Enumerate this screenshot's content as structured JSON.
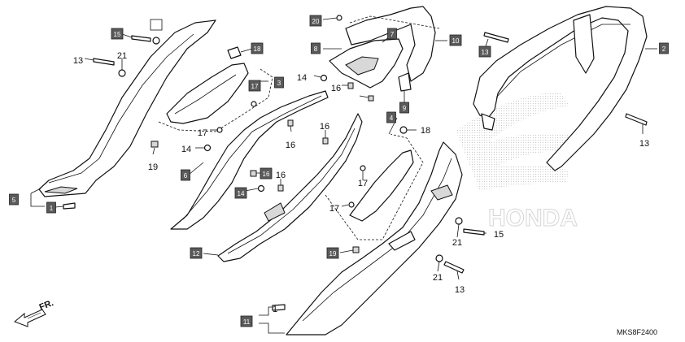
{
  "diagram_code": "MKS8F2400",
  "direction_label": "FR.",
  "callouts": [
    {
      "id": "c15a",
      "text": "15",
      "boxed": true
    },
    {
      "id": "c13a",
      "text": "13",
      "boxed": false
    },
    {
      "id": "c21a",
      "text": "21",
      "boxed": false
    },
    {
      "id": "c5",
      "text": "5",
      "boxed": true
    },
    {
      "id": "c1a",
      "text": "1",
      "boxed": true
    },
    {
      "id": "c18a",
      "text": "18",
      "boxed": true
    },
    {
      "id": "c17a",
      "text": "17",
      "boxed": true
    },
    {
      "id": "c3",
      "text": "3",
      "boxed": true
    },
    {
      "id": "c17b",
      "text": "17",
      "boxed": false
    },
    {
      "id": "c14a",
      "text": "14",
      "boxed": false
    },
    {
      "id": "c19a",
      "text": "19",
      "boxed": false
    },
    {
      "id": "c6",
      "text": "6",
      "boxed": true
    },
    {
      "id": "c16a",
      "text": "16",
      "boxed": true
    },
    {
      "id": "c14b",
      "text": "14",
      "boxed": true
    },
    {
      "id": "c16b",
      "text": "16",
      "boxed": false
    },
    {
      "id": "c12",
      "text": "12",
      "boxed": true
    },
    {
      "id": "c14c",
      "text": "14",
      "boxed": false
    },
    {
      "id": "c16c",
      "text": "16",
      "boxed": false
    },
    {
      "id": "c16d",
      "text": "16",
      "boxed": false
    },
    {
      "id": "c16e",
      "text": "16",
      "boxed": false
    },
    {
      "id": "c20",
      "text": "20",
      "boxed": true
    },
    {
      "id": "c7",
      "text": "7",
      "boxed": true
    },
    {
      "id": "c8",
      "text": "8",
      "boxed": true
    },
    {
      "id": "c10",
      "text": "10",
      "boxed": true
    },
    {
      "id": "c9",
      "text": "9",
      "boxed": true
    },
    {
      "id": "c4",
      "text": "4",
      "boxed": true
    },
    {
      "id": "c18b",
      "text": "18",
      "boxed": false
    },
    {
      "id": "c17c",
      "text": "17",
      "boxed": false
    },
    {
      "id": "c17d",
      "text": "17",
      "boxed": false
    },
    {
      "id": "c19b",
      "text": "19",
      "boxed": true
    },
    {
      "id": "c13b",
      "text": "13",
      "boxed": true
    },
    {
      "id": "c2",
      "text": "2",
      "boxed": true
    },
    {
      "id": "c13c",
      "text": "13",
      "boxed": false
    },
    {
      "id": "c21b",
      "text": "21",
      "boxed": false
    },
    {
      "id": "c15b",
      "text": "15",
      "boxed": false
    },
    {
      "id": "c21c",
      "text": "21",
      "boxed": false
    },
    {
      "id": "c13d",
      "text": "13",
      "boxed": false
    },
    {
      "id": "c11",
      "text": "11",
      "boxed": true
    },
    {
      "id": "c1b",
      "text": "1",
      "boxed": false
    }
  ],
  "watermark_brand": "HONDA"
}
